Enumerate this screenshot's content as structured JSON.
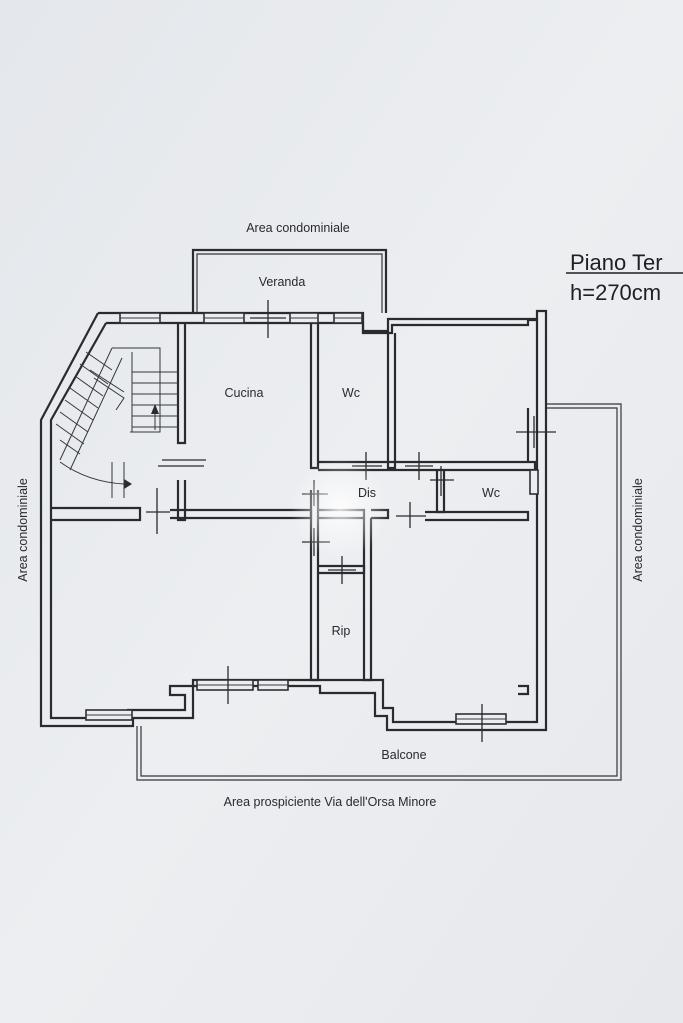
{
  "title": {
    "line1": "Piano Ter",
    "line2": "h=270cm"
  },
  "labels": {
    "area_top": "Area condominiale",
    "area_left": "Area condominiale",
    "area_right": "Area condominiale",
    "area_bottom": "Area prospiciente Via dell'Orsa Minore"
  },
  "rooms": {
    "veranda": "Veranda",
    "cucina": "Cucina",
    "wc_1": "Wc",
    "wc_2": "Wc",
    "dis": "Dis",
    "rip": "Rip",
    "balcone": "Balcone"
  },
  "colors": {
    "paper": "#e9ebee",
    "line": "#2b2b2f"
  }
}
